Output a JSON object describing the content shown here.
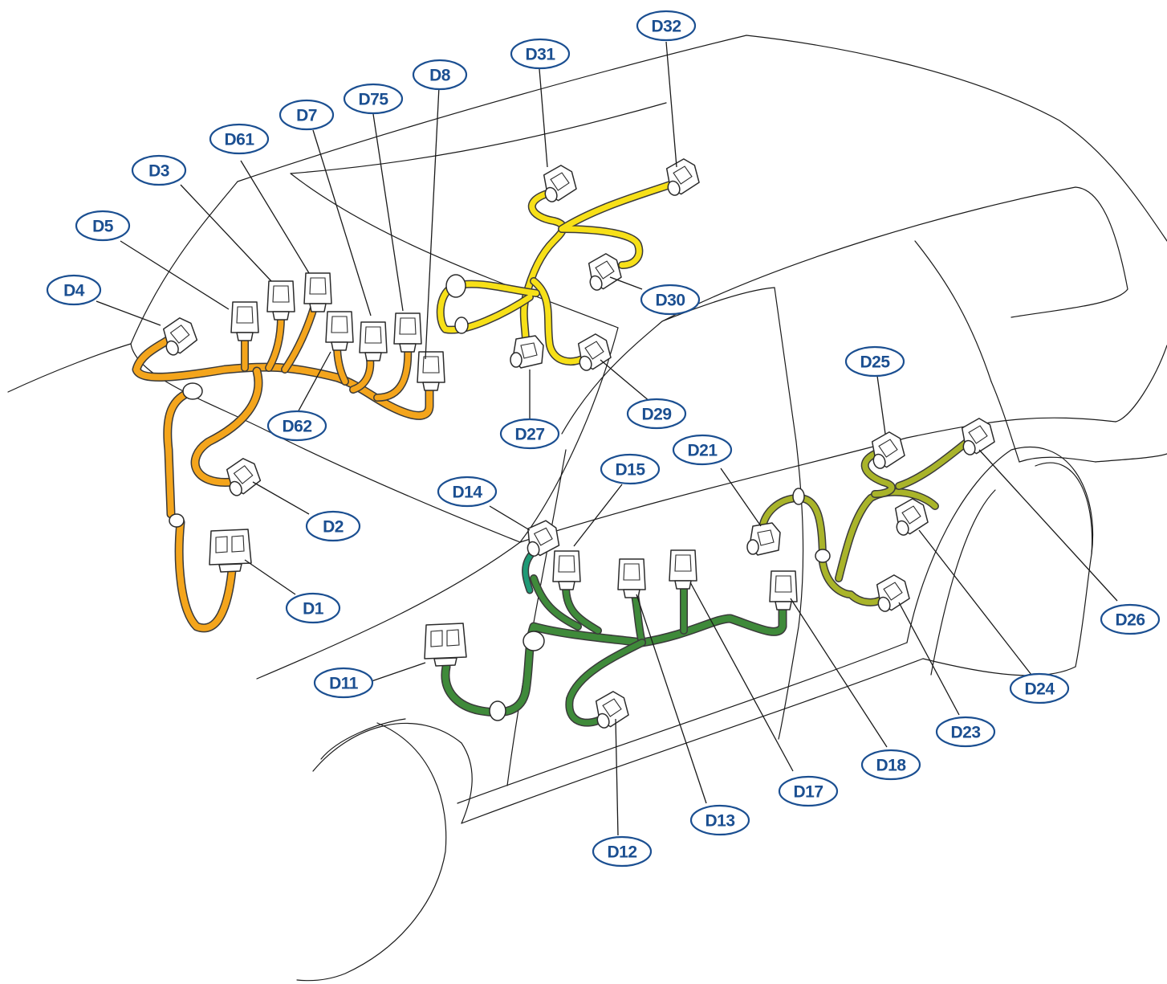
{
  "colors": {
    "front_harness": "#f4a51c",
    "roof_harness": "#f7e018",
    "floor_harness": "#3f8a3a",
    "floor_branch": "#1f9a76",
    "rear_harness": "#a9b42a",
    "badge_border": "#1b4f91",
    "badge_text": "#1b4f91",
    "outline": "#1a1a1a"
  },
  "connectors": [
    {
      "id": "D1",
      "label": "D1",
      "harness": "front"
    },
    {
      "id": "D2",
      "label": "D2",
      "harness": "front"
    },
    {
      "id": "D3",
      "label": "D3",
      "harness": "front"
    },
    {
      "id": "D4",
      "label": "D4",
      "harness": "front"
    },
    {
      "id": "D5",
      "label": "D5",
      "harness": "front"
    },
    {
      "id": "D7",
      "label": "D7",
      "harness": "front"
    },
    {
      "id": "D8",
      "label": "D8",
      "harness": "front"
    },
    {
      "id": "D61",
      "label": "D61",
      "harness": "front"
    },
    {
      "id": "D62",
      "label": "D62",
      "harness": "front"
    },
    {
      "id": "D75",
      "label": "D75",
      "harness": "front"
    },
    {
      "id": "D27",
      "label": "D27",
      "harness": "roof"
    },
    {
      "id": "D29",
      "label": "D29",
      "harness": "roof"
    },
    {
      "id": "D30",
      "label": "D30",
      "harness": "roof"
    },
    {
      "id": "D31",
      "label": "D31",
      "harness": "roof"
    },
    {
      "id": "D32",
      "label": "D32",
      "harness": "roof"
    },
    {
      "id": "D11",
      "label": "D11",
      "harness": "floor"
    },
    {
      "id": "D12",
      "label": "D12",
      "harness": "floor"
    },
    {
      "id": "D13",
      "label": "D13",
      "harness": "floor"
    },
    {
      "id": "D14",
      "label": "D14",
      "harness": "floor"
    },
    {
      "id": "D15",
      "label": "D15",
      "harness": "floor"
    },
    {
      "id": "D17",
      "label": "D17",
      "harness": "floor"
    },
    {
      "id": "D18",
      "label": "D18",
      "harness": "floor"
    },
    {
      "id": "D21",
      "label": "D21",
      "harness": "rear"
    },
    {
      "id": "D23",
      "label": "D23",
      "harness": "rear"
    },
    {
      "id": "D24",
      "label": "D24",
      "harness": "rear"
    },
    {
      "id": "D25",
      "label": "D25",
      "harness": "rear"
    },
    {
      "id": "D26",
      "label": "D26",
      "harness": "rear"
    }
  ]
}
